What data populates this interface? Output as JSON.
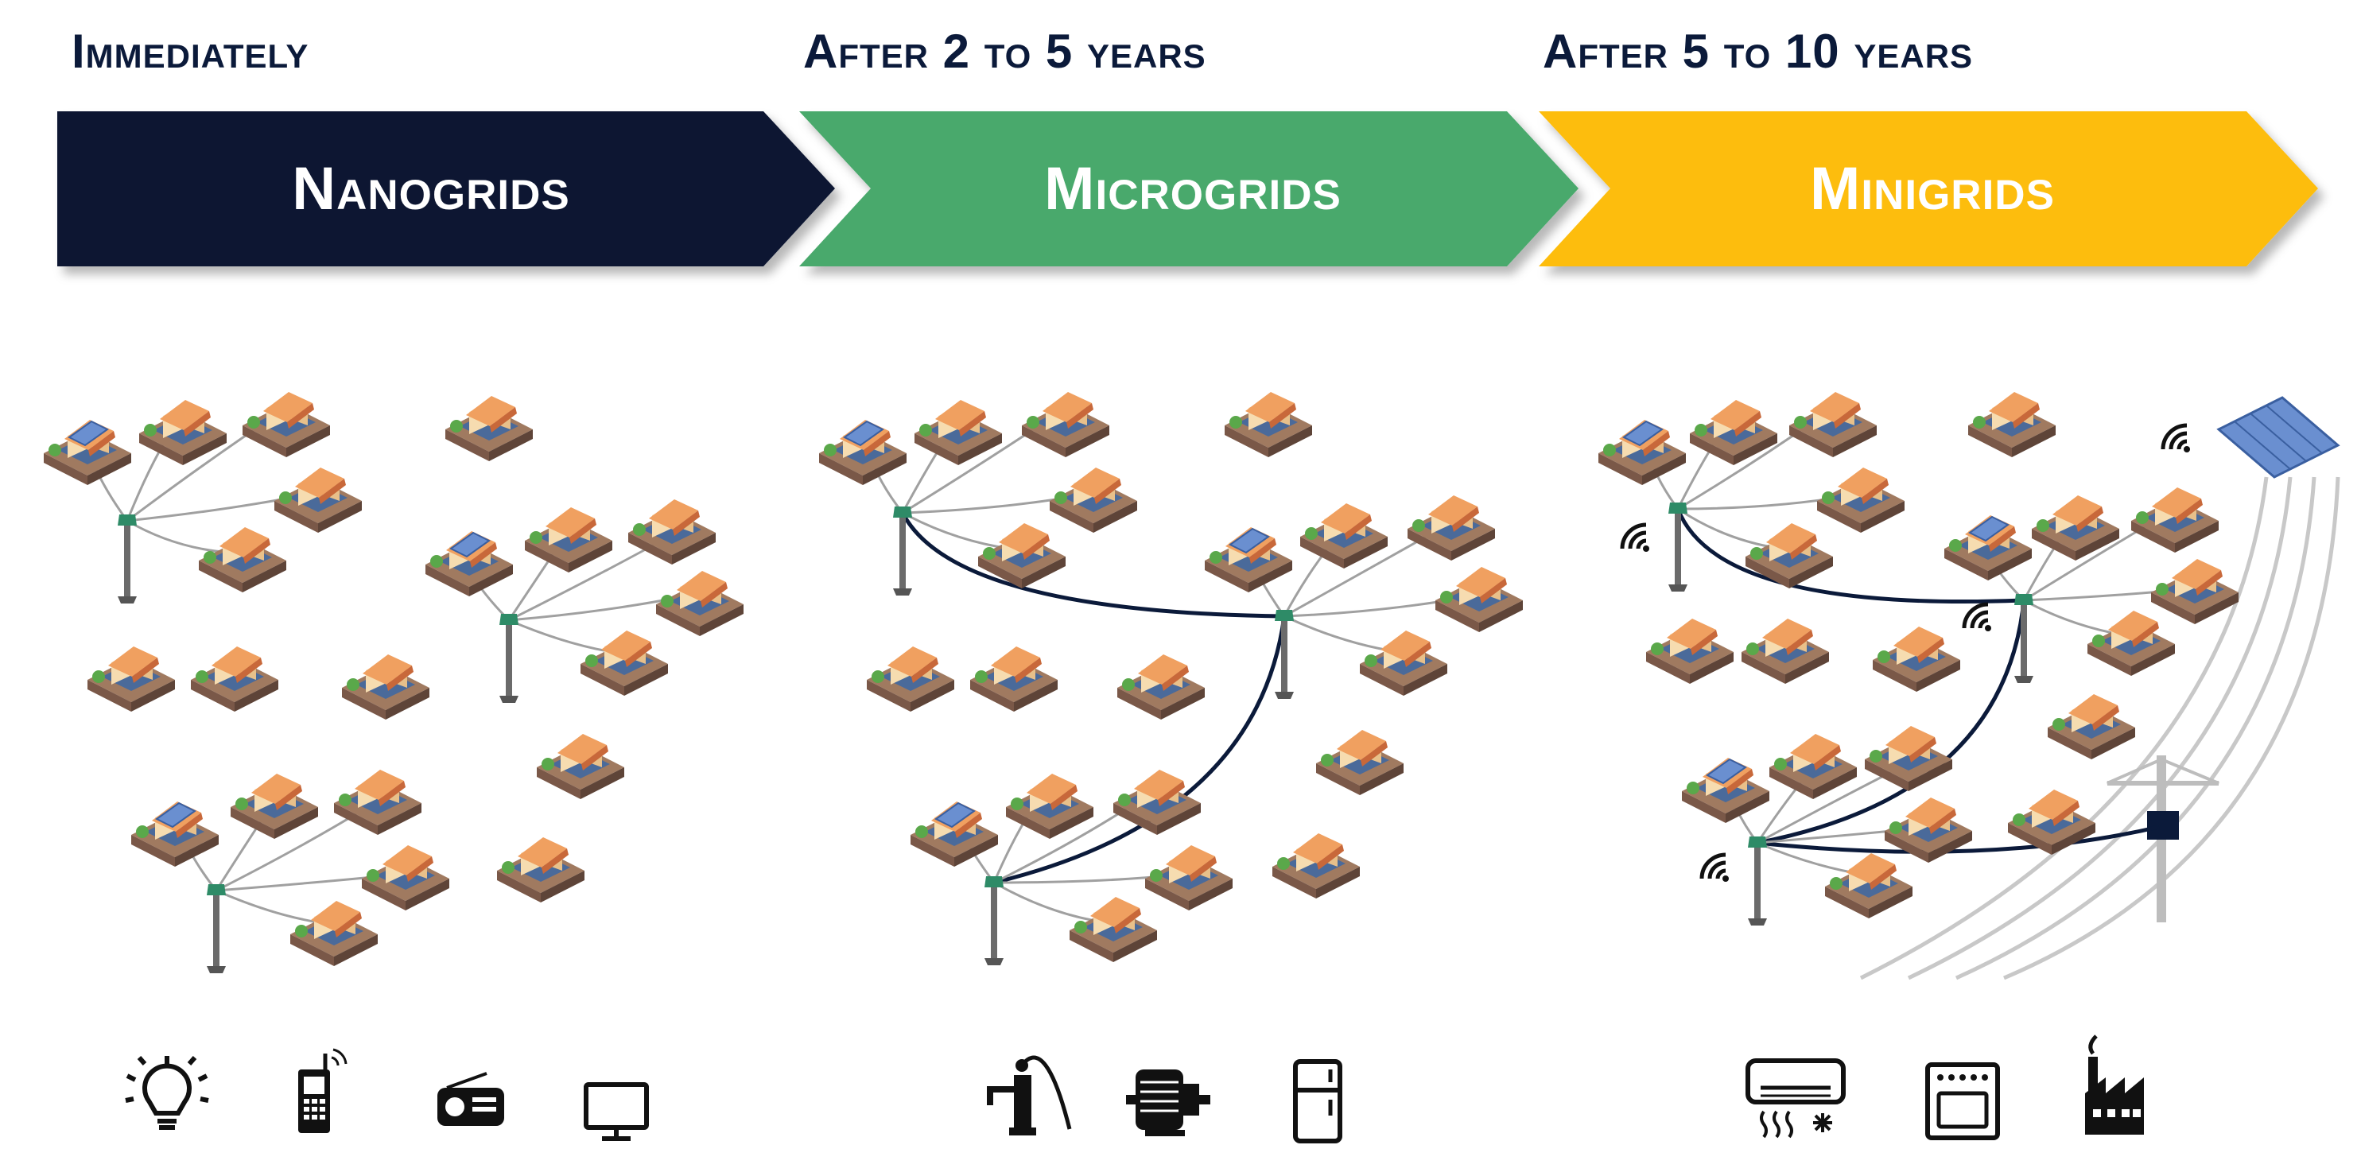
{
  "stages": [
    {
      "timing": "Immediately",
      "name": "Nanogrids",
      "color": "#0a1633",
      "appliance_icons": [
        "light-bulb-icon",
        "mobile-phone-icon",
        "radio-icon",
        "television-icon"
      ]
    },
    {
      "timing": "After 2 to 5 years",
      "name": "Microgrids",
      "color": "#4aa96c",
      "appliance_icons": [
        "water-pump-icon",
        "electric-motor-icon",
        "refrigerator-icon"
      ]
    },
    {
      "timing": "After 5 to 10 years",
      "name": "Minigrids",
      "color": "#fdbd10",
      "appliance_icons": [
        "air-conditioner-icon",
        "oven-icon",
        "factory-icon"
      ]
    }
  ],
  "colors": {
    "roof": "#f0a060",
    "roof_dark": "#d07840",
    "wall": "#f6dcb0",
    "base": "#8a6a5a",
    "panel": "#6a8fd0",
    "pole": "#6b6b6b",
    "pole_head": "#2e8b67",
    "link": "#0b1a3a",
    "wire": "#a0a0a0",
    "icon": "#111111"
  }
}
